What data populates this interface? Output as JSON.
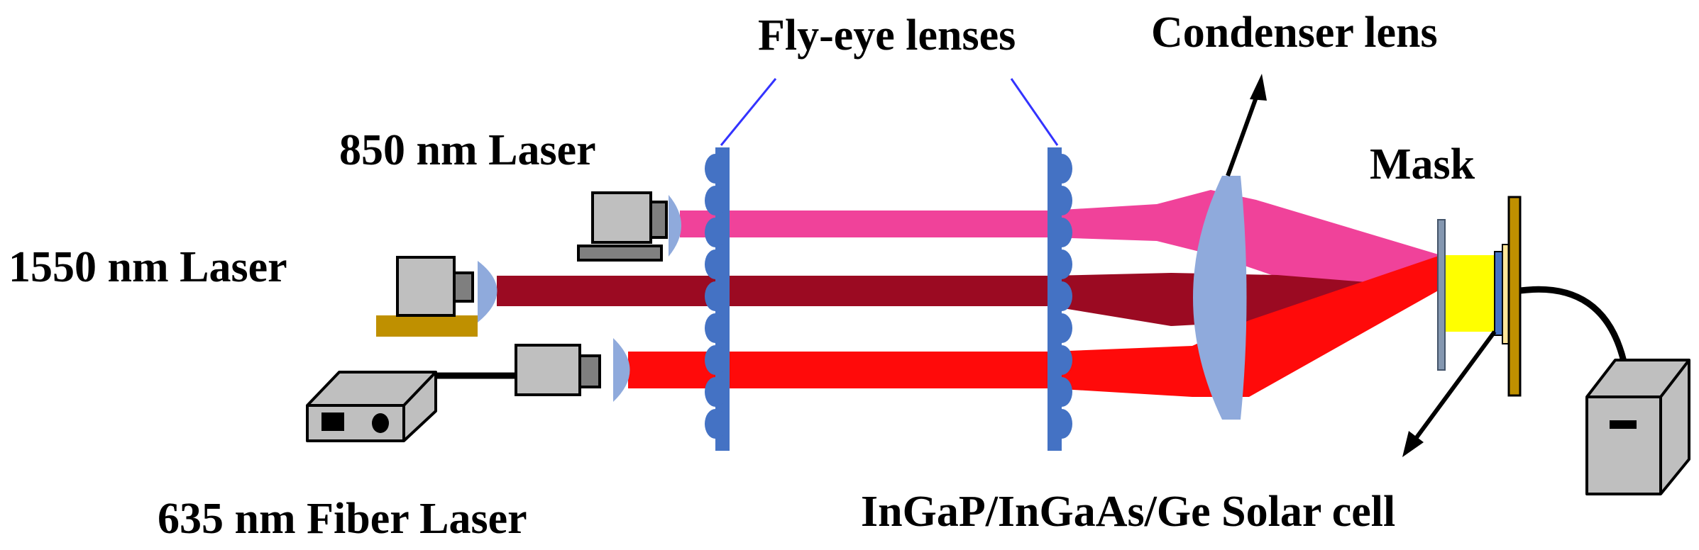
{
  "labels": {
    "fly_eye": "Fly-eye lenses",
    "condenser": "Condenser lens",
    "laser_850": "850 nm Laser",
    "laser_1550": "1550 nm Laser",
    "mask": "Mask",
    "fiber_635": "635 nm Fiber Laser",
    "solar_cell": "InGaP/InGaAs/Ge Solar cell"
  },
  "colors": {
    "beam_850": "#f0429a",
    "beam_1550": "#9b0a22",
    "beam_635": "#ff0a0a",
    "lens": "#8faadc",
    "fly_eye": "#4472c4",
    "laser_body": "#bfbfbf",
    "laser_mount": "#bf9000",
    "illuminated_area": "#ffff00"
  }
}
